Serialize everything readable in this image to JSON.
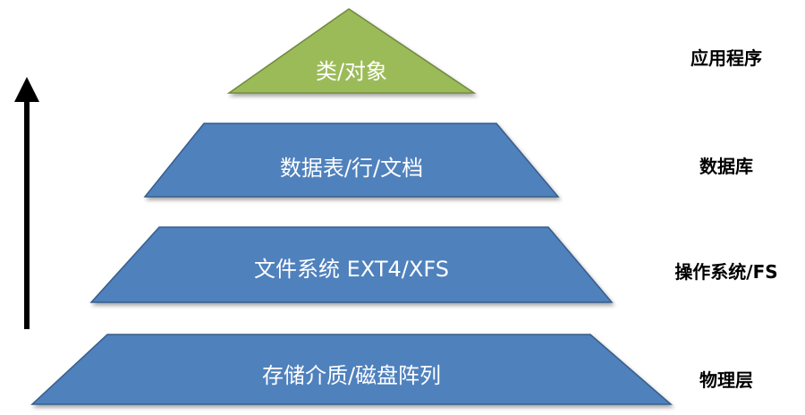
{
  "colors": {
    "top_fill": "#9bbb59",
    "top_stroke": "#71893f",
    "tier_fill": "#4f81bd",
    "tier_stroke": "#385d8a",
    "arrow": "#000000"
  },
  "tiers": [
    {
      "text": "类/对象",
      "layer": "应用程序"
    },
    {
      "text": "数据表/行/文档",
      "layer": "数据库"
    },
    {
      "text": "文件系统 EXT4/XFS",
      "layer": "操作系统/FS"
    },
    {
      "text": "存储介质/磁盘阵列",
      "layer": "物理层"
    }
  ],
  "arrow": {
    "direction": "up"
  }
}
